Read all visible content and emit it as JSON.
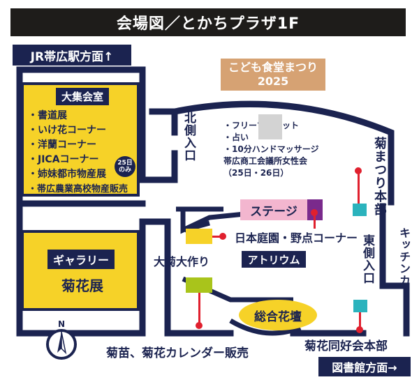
{
  "title": "会場図／とかちプラザ1F",
  "nav": {
    "jr_station": "JR帯広駅方面↑",
    "library": "図書館方面→"
  },
  "event": {
    "name": "こども食堂まつり",
    "year": "2025"
  },
  "rooms": {
    "daishukai": {
      "name": "大集会室",
      "items": [
        "書道展",
        "いけ花コーナー",
        "洋蘭コーナー",
        "JICAコーナー",
        "姉妹都市物産展",
        "帯広農業高校物産販売"
      ],
      "badge_line1": "25日",
      "badge_line2": "のみ"
    },
    "gallery": {
      "name": "ギャラリー",
      "exhibit": "菊花展"
    }
  },
  "entrances": {
    "north": "北側入口",
    "east": "東側入口"
  },
  "atrium": {
    "items": [
      "・フリーマーケット",
      "・占い",
      "・10分ハンドマッサージ",
      "帯広商工会議所女性会",
      "（25日・26日）"
    ],
    "stage": "ステージ",
    "label": "アトリウム",
    "garden": "日本庭園・野点コーナー",
    "display": "大菊大作り",
    "altar": "総合花壇"
  },
  "labels": {
    "kiku_hq": "菊まつり本部",
    "kitchen_car": "キッチンカー",
    "seedlings": "菊苗、菊花カレンダー販売",
    "club_hq": "菊花同好会本部",
    "north_mark": "N"
  },
  "colors": {
    "navy": "#1b2350",
    "yellow": "#f6d228",
    "stage_pink": "#f3b6cf",
    "purple": "#7a2a8c",
    "teal": "#2bb3bd",
    "green": "#a9c41b",
    "red": "#e0202e",
    "gray": "#d3d3d3",
    "tan": "#d6a273"
  }
}
